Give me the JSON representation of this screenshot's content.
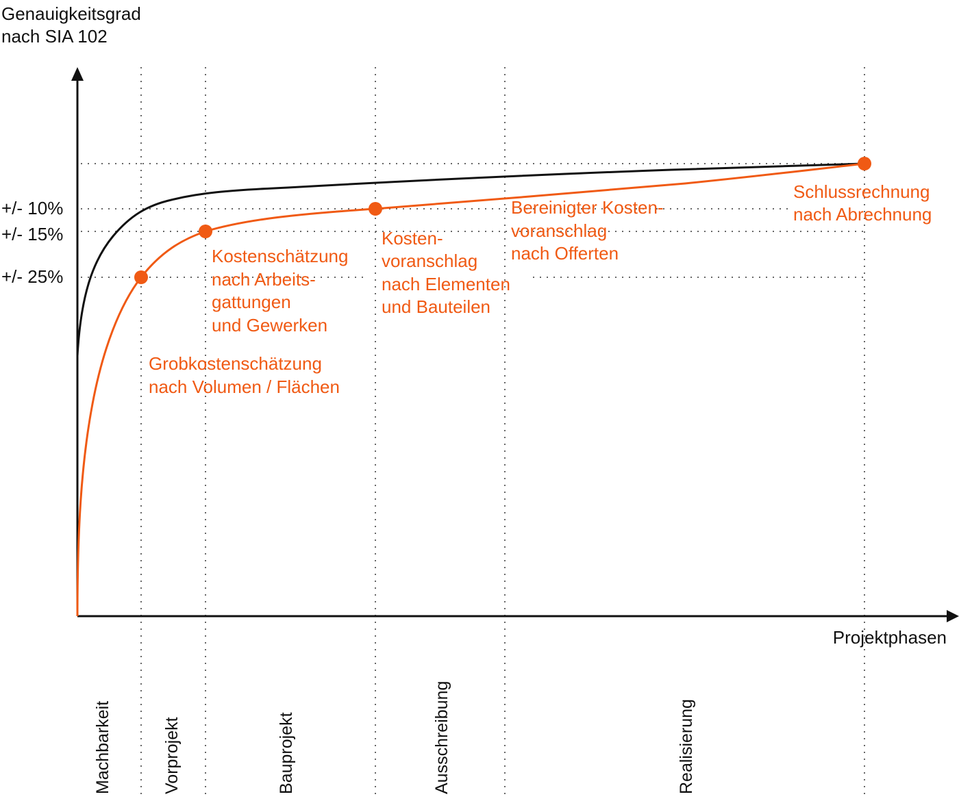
{
  "colors": {
    "accent": "#f05a14",
    "axis": "#111111",
    "grid": "#666666"
  },
  "y_axis": {
    "title": [
      "Genauigkeitsgrad",
      "nach SIA 102"
    ],
    "ticks": [
      "+/- 10%",
      "+/- 15%",
      "+/- 25%"
    ]
  },
  "x_axis": {
    "title": "Projektphasen",
    "phases": [
      "Machbarkeit",
      "Vorprojekt",
      "Bauprojekt",
      "Ausschreibung",
      "Realisierung"
    ]
  },
  "milestones": [
    {
      "accuracy": "+/- 25%",
      "label": [
        "Grobkostenschätzung",
        "nach Volumen / Flächen"
      ]
    },
    {
      "accuracy": "+/- 15%",
      "label": [
        "Kostenschätzung",
        "nach Arbeits-",
        "gattungen",
        "und Gewerken"
      ]
    },
    {
      "accuracy": "+/- 10%",
      "label": [
        "Kosten-",
        "voranschlag",
        "nach Elementen",
        "und Bauteilen"
      ]
    },
    {
      "accuracy": "",
      "label": [
        "Bereinigter Kosten-",
        "voranschlag",
        "nach Offerten"
      ]
    },
    {
      "accuracy": "",
      "label": [
        "Schlussrechnung",
        "nach Abrechnung"
      ]
    }
  ],
  "curves": [
    {
      "name": "",
      "color": "#111111"
    },
    {
      "name": "",
      "color": "#f05a14"
    }
  ]
}
